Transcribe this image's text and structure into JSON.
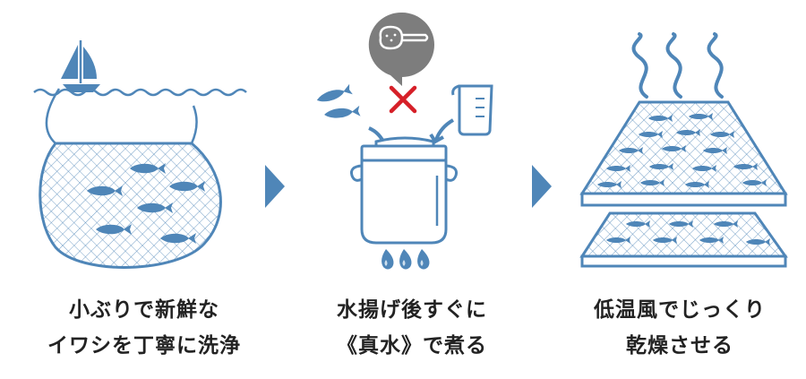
{
  "colors": {
    "primary": "#4f86b8",
    "light": "#cfe0ee",
    "cross": "#d61f28",
    "gray": "#7d7d7d",
    "text": "#222222"
  },
  "steps": [
    {
      "lines": [
        "小ぶりで新鮮な",
        "イワシを丁寧に洗浄"
      ],
      "icons": [
        "sailboat-icon",
        "fishing-net-icon",
        "fish-icon"
      ]
    },
    {
      "lines": [
        "水揚げ後すぐに",
        "《真水》で煮る"
      ],
      "icons": [
        "salt-spoon-icon",
        "cross-mark-icon",
        "measuring-cup-icon",
        "boiling-pot-icon",
        "gas-flame-icon"
      ]
    },
    {
      "lines": [
        "低温風でじっくり",
        "乾燥させる"
      ],
      "icons": [
        "heat-wave-icon",
        "drying-rack-icon"
      ]
    }
  ],
  "arrows": [
    "arrow-right-icon",
    "arrow-right-icon"
  ]
}
